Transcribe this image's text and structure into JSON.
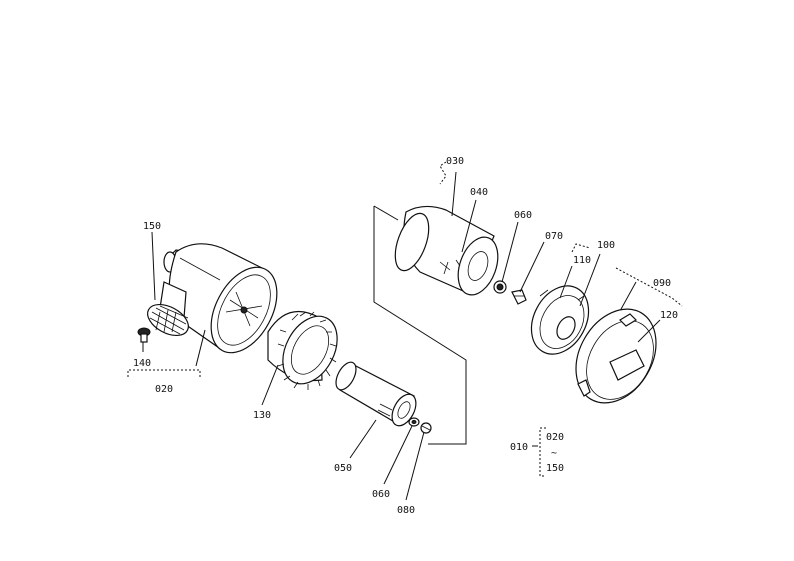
{
  "labels": {
    "p150": "150",
    "p140": "140",
    "p020": "020",
    "p130": "130",
    "p050": "050",
    "p060_low": "060",
    "p080": "080",
    "p030": "030",
    "p040": "040",
    "p060_up": "060",
    "p070": "070",
    "p100": "100",
    "p110": "110",
    "p090": "090",
    "p120": "120",
    "legend_010": "010",
    "legend_020": "020",
    "legend_tilde": "~",
    "legend_150": "150"
  }
}
